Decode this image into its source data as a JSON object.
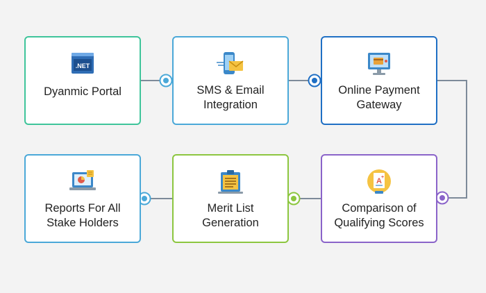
{
  "diagram": {
    "colors": {
      "background": "#f3f3f3",
      "line": "#7d8a99",
      "green": "#3ec49a",
      "sky": "#4aa8d8",
      "navy": "#1f6fc4",
      "purple": "#8a63c9",
      "lime": "#8cc63f",
      "text": "#222222"
    },
    "steps": [
      {
        "id": "dynamic-portal",
        "label": "Dyanmic Portal",
        "icon": "dotnet-window-icon",
        "border": "#3ec49a"
      },
      {
        "id": "sms-email",
        "label": "SMS & Email Integration",
        "icon": "phone-envelope-icon",
        "border": "#4aa8d8"
      },
      {
        "id": "payment-gateway",
        "label": "Online Payment Gateway",
        "icon": "monitor-card-icon",
        "border": "#1f6fc4"
      },
      {
        "id": "reports",
        "label": "Reports For All Stake Holders",
        "icon": "laptop-report-icon",
        "border": "#4aa8d8"
      },
      {
        "id": "merit-list",
        "label": "Merit List Generation",
        "icon": "clipboard-list-icon",
        "border": "#8cc63f"
      },
      {
        "id": "comparison",
        "label": "Comparison of Qualifying Scores",
        "icon": "score-document-icon",
        "border": "#8a63c9"
      }
    ]
  }
}
